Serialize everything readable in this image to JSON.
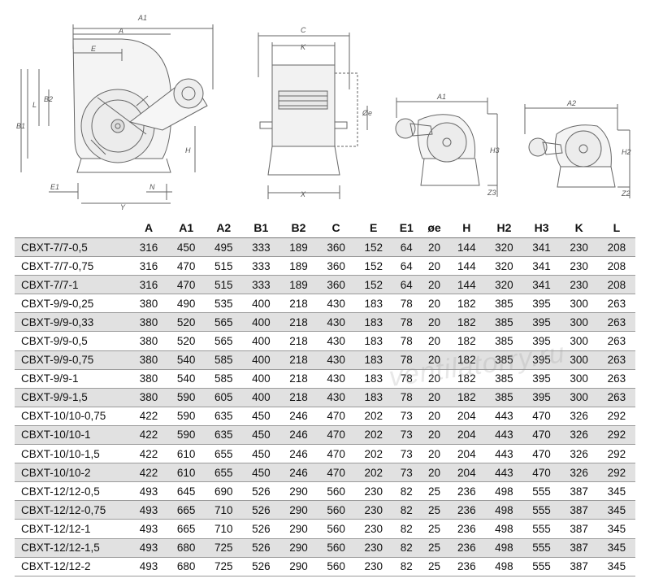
{
  "watermark": "ventilatorry.ru",
  "drawings": {
    "front_view_labels": [
      "A1",
      "A",
      "E",
      "L",
      "B2",
      "B1",
      "H",
      "E1",
      "N",
      "Y"
    ],
    "side_view_labels": [
      "C",
      "K",
      "Øe",
      "X"
    ],
    "view3_labels": [
      "A1",
      "H3",
      "Z3"
    ],
    "view4_labels": [
      "A2",
      "H2",
      "Z2"
    ]
  },
  "table": {
    "columns": [
      "",
      "A",
      "A1",
      "A2",
      "B1",
      "B2",
      "C",
      "E",
      "E1",
      "øe",
      "H",
      "H2",
      "H3",
      "K",
      "L"
    ],
    "rows": [
      {
        "model": "CBXT-7/7-0,5",
        "values": [
          "316",
          "450",
          "495",
          "333",
          "189",
          "360",
          "152",
          "64",
          "20",
          "144",
          "320",
          "341",
          "230",
          "208"
        ]
      },
      {
        "model": "CBXT-7/7-0,75",
        "values": [
          "316",
          "470",
          "515",
          "333",
          "189",
          "360",
          "152",
          "64",
          "20",
          "144",
          "320",
          "341",
          "230",
          "208"
        ]
      },
      {
        "model": "CBXT-7/7-1",
        "values": [
          "316",
          "470",
          "515",
          "333",
          "189",
          "360",
          "152",
          "64",
          "20",
          "144",
          "320",
          "341",
          "230",
          "208"
        ]
      },
      {
        "model": "CBXT-9/9-0,25",
        "values": [
          "380",
          "490",
          "535",
          "400",
          "218",
          "430",
          "183",
          "78",
          "20",
          "182",
          "385",
          "395",
          "300",
          "263"
        ]
      },
      {
        "model": "CBXT-9/9-0,33",
        "values": [
          "380",
          "520",
          "565",
          "400",
          "218",
          "430",
          "183",
          "78",
          "20",
          "182",
          "385",
          "395",
          "300",
          "263"
        ]
      },
      {
        "model": "CBXT-9/9-0,5",
        "values": [
          "380",
          "520",
          "565",
          "400",
          "218",
          "430",
          "183",
          "78",
          "20",
          "182",
          "385",
          "395",
          "300",
          "263"
        ]
      },
      {
        "model": "CBXT-9/9-0,75",
        "values": [
          "380",
          "540",
          "585",
          "400",
          "218",
          "430",
          "183",
          "78",
          "20",
          "182",
          "385",
          "395",
          "300",
          "263"
        ]
      },
      {
        "model": "CBXT-9/9-1",
        "values": [
          "380",
          "540",
          "585",
          "400",
          "218",
          "430",
          "183",
          "78",
          "20",
          "182",
          "385",
          "395",
          "300",
          "263"
        ]
      },
      {
        "model": "CBXT-9/9-1,5",
        "values": [
          "380",
          "590",
          "605",
          "400",
          "218",
          "430",
          "183",
          "78",
          "20",
          "182",
          "385",
          "395",
          "300",
          "263"
        ]
      },
      {
        "model": "CBXT-10/10-0,75",
        "values": [
          "422",
          "590",
          "635",
          "450",
          "246",
          "470",
          "202",
          "73",
          "20",
          "204",
          "443",
          "470",
          "326",
          "292"
        ]
      },
      {
        "model": "CBXT-10/10-1",
        "values": [
          "422",
          "590",
          "635",
          "450",
          "246",
          "470",
          "202",
          "73",
          "20",
          "204",
          "443",
          "470",
          "326",
          "292"
        ]
      },
      {
        "model": "CBXT-10/10-1,5",
        "values": [
          "422",
          "610",
          "655",
          "450",
          "246",
          "470",
          "202",
          "73",
          "20",
          "204",
          "443",
          "470",
          "326",
          "292"
        ]
      },
      {
        "model": "CBXT-10/10-2",
        "values": [
          "422",
          "610",
          "655",
          "450",
          "246",
          "470",
          "202",
          "73",
          "20",
          "204",
          "443",
          "470",
          "326",
          "292"
        ]
      },
      {
        "model": "CBXT-12/12-0,5",
        "values": [
          "493",
          "645",
          "690",
          "526",
          "290",
          "560",
          "230",
          "82",
          "25",
          "236",
          "498",
          "555",
          "387",
          "345"
        ]
      },
      {
        "model": "CBXT-12/12-0,75",
        "values": [
          "493",
          "665",
          "710",
          "526",
          "290",
          "560",
          "230",
          "82",
          "25",
          "236",
          "498",
          "555",
          "387",
          "345"
        ]
      },
      {
        "model": "CBXT-12/12-1",
        "values": [
          "493",
          "665",
          "710",
          "526",
          "290",
          "560",
          "230",
          "82",
          "25",
          "236",
          "498",
          "555",
          "387",
          "345"
        ]
      },
      {
        "model": "CBXT-12/12-1,5",
        "values": [
          "493",
          "680",
          "725",
          "526",
          "290",
          "560",
          "230",
          "82",
          "25",
          "236",
          "498",
          "555",
          "387",
          "345"
        ]
      },
      {
        "model": "CBXT-12/12-2",
        "values": [
          "493",
          "680",
          "725",
          "526",
          "290",
          "560",
          "230",
          "82",
          "25",
          "236",
          "498",
          "555",
          "387",
          "345"
        ]
      }
    ]
  }
}
